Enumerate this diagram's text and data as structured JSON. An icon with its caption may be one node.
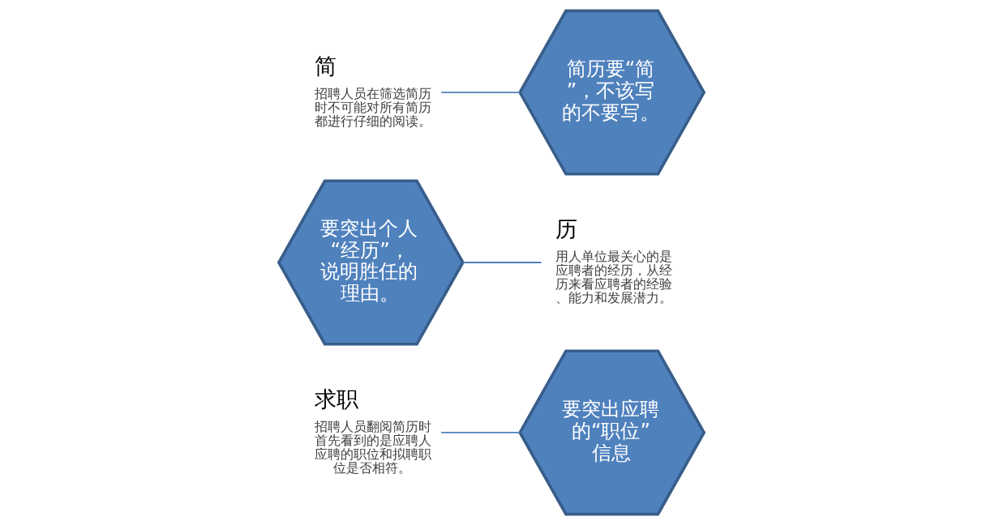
{
  "diagram": {
    "nodes": [
      {
        "text": [
          "求职",
          "招聘人员翻阅简历时首先看到的是应聘人应聘的职位和拟聘职位是否相符。"
        ]
      },
      {
        "text": [
          "要突出应聘的“职位”信息"
        ]
      },
      {
        "text": [
          "要突出个人“经历”，说明胜任的理由。"
        ]
      },
      {
        "text": [
          "历",
          "用人单位最关心的是应聘者的经历，从经历来看应聘者的经验、能力和发展潜力。"
        ]
      },
      {
        "text": [
          "简",
          "招聘人员在筛选简历时不可能对所有简历都进行仔细的阅读。"
        ]
      },
      {
        "text": [
          "简历要“简”，不该写的不要写。"
        ]
      }
    ],
    "edges": [
      {
        "from": 0,
        "to": 1,
        "arrow": "none"
      },
      {
        "from": 2,
        "to": 3,
        "arrow": "none"
      },
      {
        "from": 4,
        "to": 5,
        "arrow": "none"
      }
    ]
  }
}
